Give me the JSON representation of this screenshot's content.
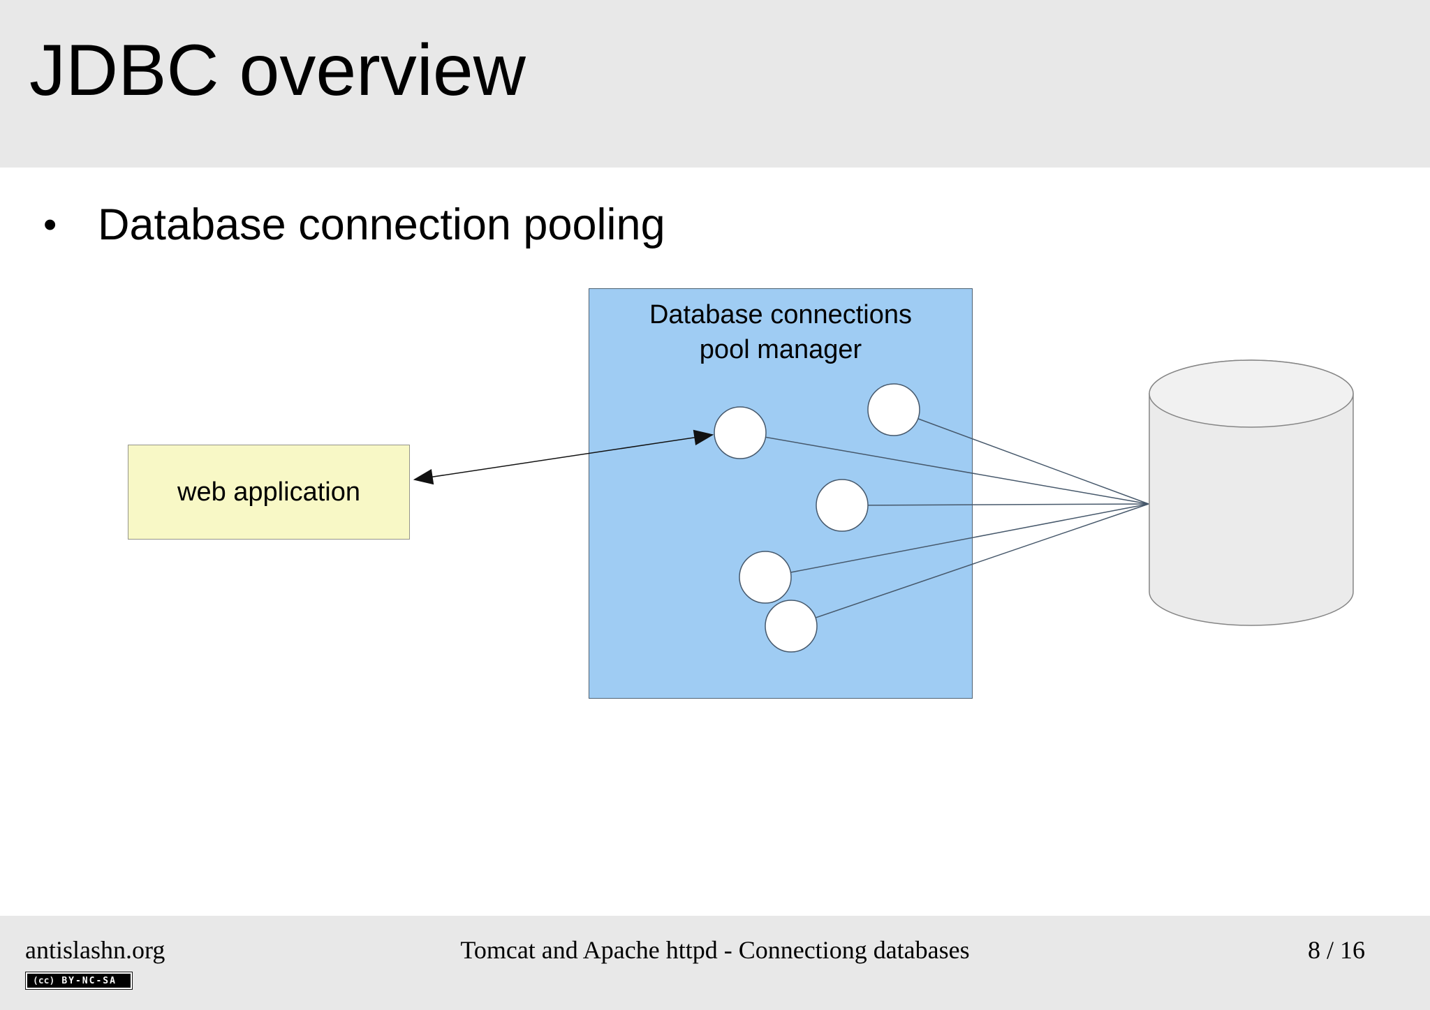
{
  "slide": {
    "title": "JDBC overview",
    "bullet_marker": "•",
    "bullet_text": "Database connection pooling"
  },
  "diagram": {
    "web_app": {
      "label": "web application"
    },
    "pool_manager": {
      "label_line1": "Database connections",
      "label_line2": "pool manager",
      "connection_slots": 5
    },
    "database": {
      "shape": "database-cylinder"
    }
  },
  "footer": {
    "site": "antislashn.org",
    "doc_title": "Tomcat and Apache httpd - Connectiong databases",
    "page_indicator": "8 / 16",
    "license": {
      "logo": "(cc)",
      "label": "BY-NC-SA"
    }
  },
  "colors": {
    "band_gray": "#e8e8e8",
    "pool_fill": "#9fccf3",
    "pool_border": "#4d6172",
    "webapp_fill": "#f8f8c6",
    "webapp_border": "#94948a",
    "circle_fill": "#ffffff",
    "circle_stroke": "#46586b",
    "connector_line": "#46586b",
    "arrow_black": "#111111",
    "cylinder_fill": "#ebebeb",
    "cylinder_top_fill": "#f1f1f1",
    "cylinder_stroke": "#858585"
  }
}
